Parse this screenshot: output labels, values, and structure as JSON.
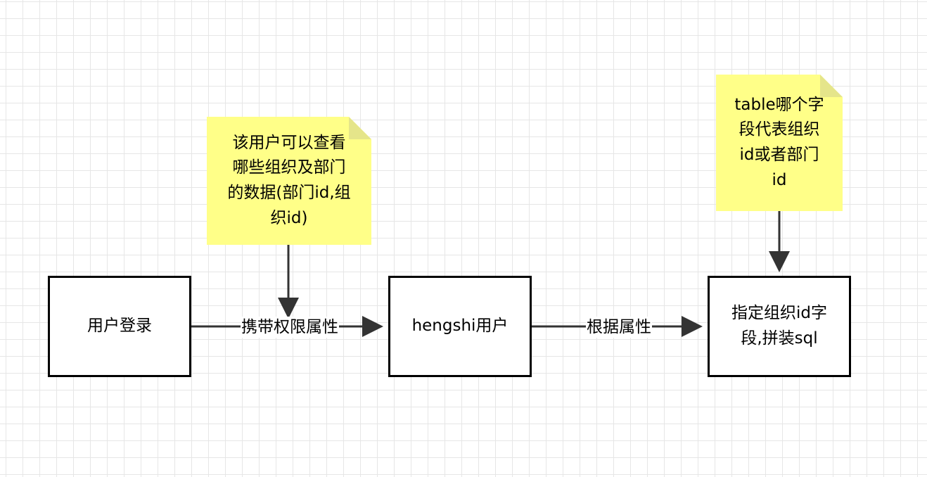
{
  "nodes": {
    "user_login": "用户登录",
    "hengshi_user": "hengshi用户",
    "assemble_sql": "指定组织id字\n段,拼装sql"
  },
  "notes": {
    "user_scope": "该用户可以查看\n哪些组织及部门\n的数据(部门id,组\n织id)",
    "table_field": "table哪个字\n段代表组织\nid或者部门\nid"
  },
  "edges": {
    "carry_permissions": "携带权限属性",
    "by_attributes": "根据属性"
  },
  "colors": {
    "note_fill": "#ffff88",
    "stroke": "#333333",
    "grid": "#e6e6e6"
  }
}
